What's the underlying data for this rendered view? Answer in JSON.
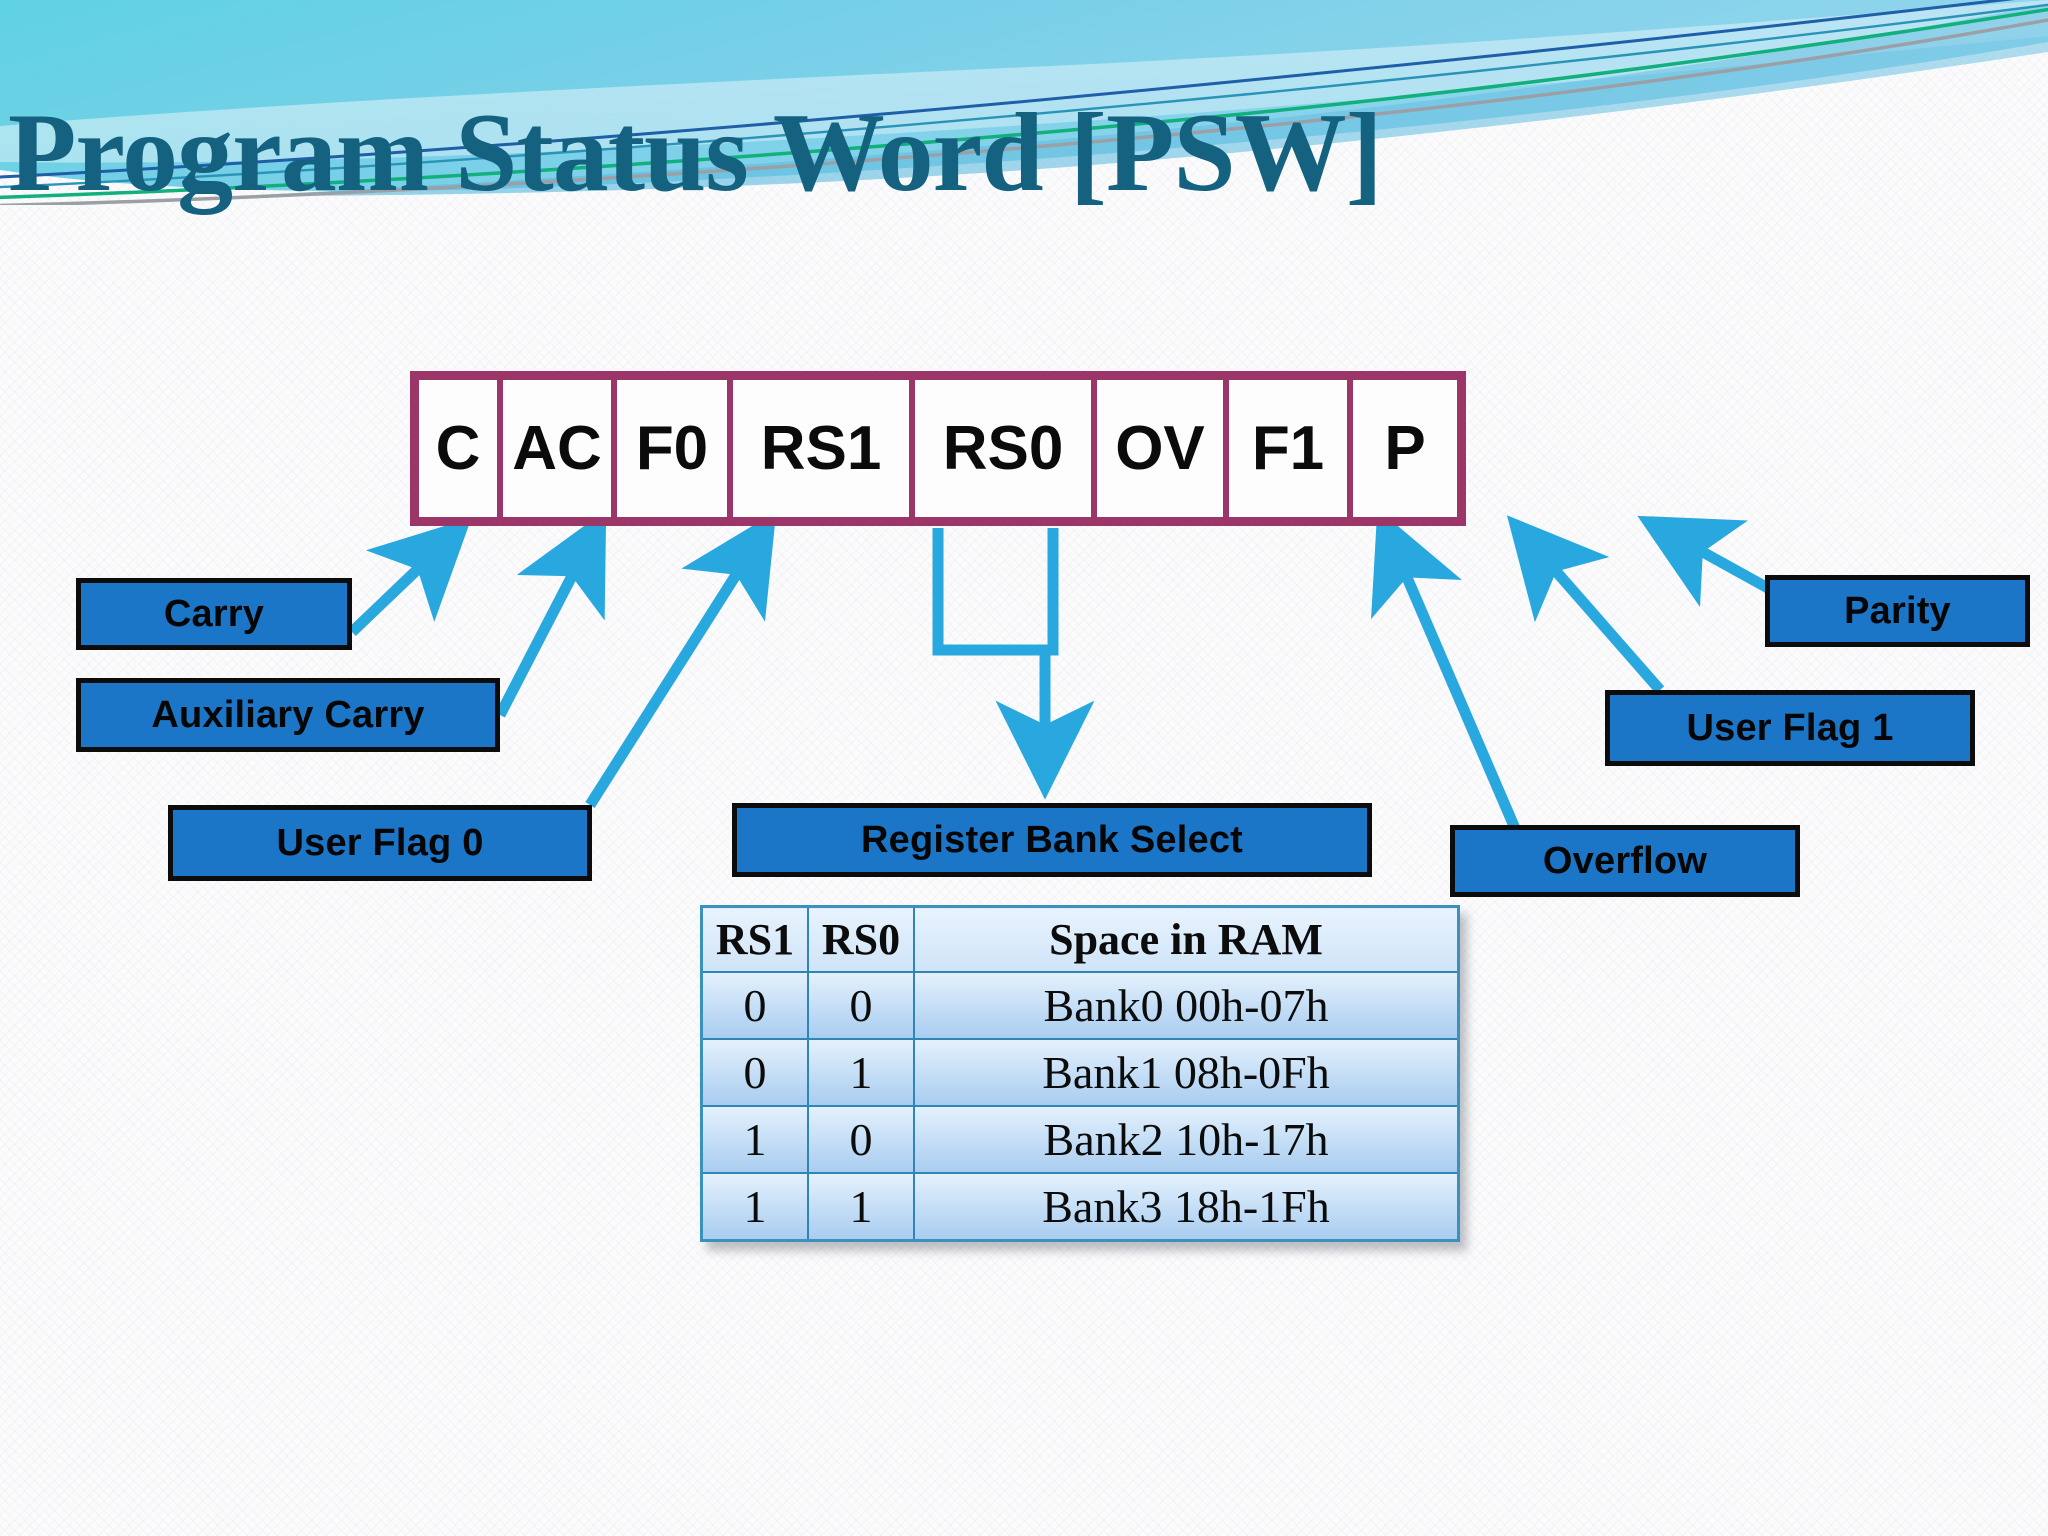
{
  "slide": {
    "title": "Program Status Word [PSW]",
    "theme": {
      "header_gradient_start": "#5ed0e0",
      "header_gradient_end": "#8fd3ec",
      "title_color": "#14627f",
      "register_border": "#9c3568",
      "label_fill": "#1b76c8",
      "label_border": "#0c0c0c",
      "arrow_color": "#29a8e0",
      "table_border": "#2f86b4",
      "background": "#fbfbfc"
    }
  },
  "psw_register": {
    "name": "PSW",
    "bits": [
      {
        "label": "C",
        "width": 78
      },
      {
        "label": "AC",
        "width": 108
      },
      {
        "label": "F0",
        "width": 110
      },
      {
        "label": "RS1",
        "width": 176
      },
      {
        "label": "RS0",
        "width": 176
      },
      {
        "label": "OV",
        "width": 126
      },
      {
        "label": "F1",
        "width": 118
      },
      {
        "label": "P",
        "width": 104
      }
    ]
  },
  "callouts": [
    {
      "id": "carry",
      "label": "Carry",
      "target": "C"
    },
    {
      "id": "aux-carry",
      "label": "Auxiliary Carry",
      "target": "AC"
    },
    {
      "id": "user-flag-0",
      "label": "User Flag 0",
      "target": "F0"
    },
    {
      "id": "bank-select",
      "label": "Register Bank Select",
      "target": "RS1/RS0"
    },
    {
      "id": "overflow",
      "label": "Overflow",
      "target": "OV"
    },
    {
      "id": "user-flag-1",
      "label": "User Flag 1",
      "target": "F1"
    },
    {
      "id": "parity",
      "label": "Parity",
      "target": "P"
    }
  ],
  "bank_table": {
    "headers": [
      "RS1",
      "RS0",
      "Space in RAM"
    ],
    "rows": [
      [
        "0",
        "0",
        "Bank0 00h-07h"
      ],
      [
        "0",
        "1",
        "Bank1 08h-0Fh"
      ],
      [
        "1",
        "0",
        "Bank2 10h-17h"
      ],
      [
        "1",
        "1",
        "Bank3 18h-1Fh"
      ]
    ]
  }
}
